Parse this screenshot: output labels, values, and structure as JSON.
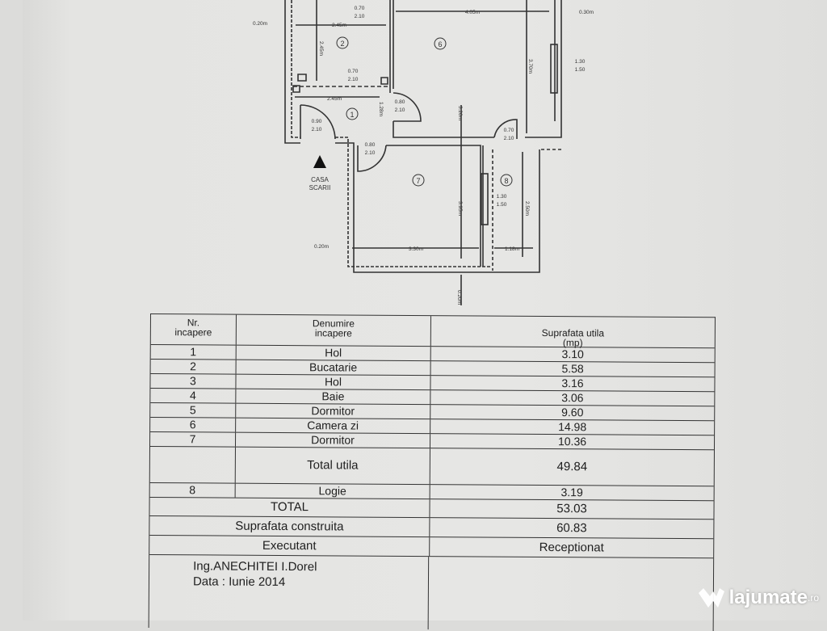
{
  "plan": {
    "rooms": {
      "r1": "1",
      "r2": "2",
      "r6": "6",
      "r7": "7",
      "r8": "8"
    },
    "stair_label_1": "CASA",
    "stair_label_2": "SCARII",
    "dims": {
      "d020_top": "0.20m",
      "d245_top": "2.45m",
      "d070_top_a": "0.70",
      "d070_top_b": "2.10",
      "d405": "4.05m",
      "d030": "0.30m",
      "d245_v": "2.45m",
      "d130_a": "1.30",
      "d130_b": "1.50",
      "d370": "3.70m",
      "d070_k_a": "0.70",
      "d070_k_b": "2.10",
      "d245_h": "2.45m",
      "d080_a": "0.80",
      "d080_b": "2.10",
      "d090_a": "0.90",
      "d090_b": "2.10",
      "d128": "1.28m",
      "d320": "3.20m",
      "d070_l_a": "0.70",
      "d070_l_b": "2.10",
      "d080_b1": "0.80",
      "d080_b2": "2.10",
      "d395": "3.95m",
      "d130w_a": "1.30",
      "d130w_b": "1.50",
      "d250": "2.50m",
      "d020_l": "0.20m",
      "d330": "3.30m",
      "d118": "1.18m",
      "d020_b": "0.20m"
    }
  },
  "table": {
    "header": {
      "nr": "Nr.\nincapere",
      "name": "Denumire\nincapere",
      "area": "Suprafata utila\n(mp)"
    },
    "rows": [
      {
        "nr": "1",
        "name": "Hol",
        "area": "3.10"
      },
      {
        "nr": "2",
        "name": "Bucatarie",
        "area": "5.58"
      },
      {
        "nr": "3",
        "name": "Hol",
        "area": "3.16"
      },
      {
        "nr": "4",
        "name": "Baie",
        "area": "3.06"
      },
      {
        "nr": "5",
        "name": "Dormitor",
        "area": "9.60"
      },
      {
        "nr": "6",
        "name": "Camera zi",
        "area": "14.98"
      },
      {
        "nr": "7",
        "name": "Dormitor",
        "area": "10.36"
      }
    ],
    "total_utila": {
      "label": "Total utila",
      "value": "49.84"
    },
    "logie": {
      "nr": "8",
      "name": "Logie",
      "area": "3.19"
    },
    "total": {
      "label": "TOTAL",
      "value": "53.03"
    },
    "construita": {
      "label": "Suprafata construita",
      "value": "60.83"
    },
    "executant": "Executant",
    "receptionat": "Receptionat",
    "engineer": "Ing.ANECHITEI I.Dorel",
    "date": "Data : Iunie 2014"
  },
  "watermark": {
    "name": "lajumate",
    "tld": ".ro"
  }
}
